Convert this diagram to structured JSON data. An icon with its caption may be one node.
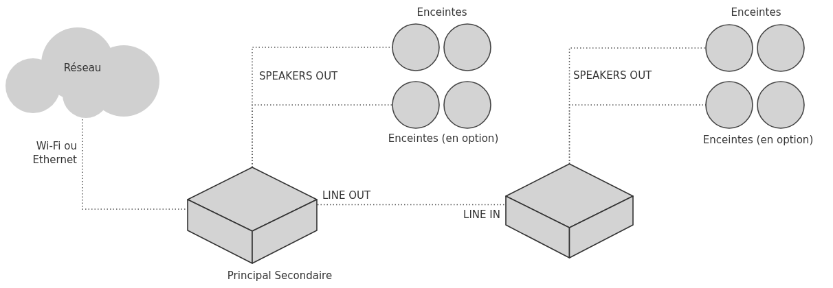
{
  "diagram": {
    "nodes": [
      {
        "text": [
          "Réseau"
        ]
      },
      {
        "text": [],
        "shape": "box",
        "beside": [
          "Principal Secondaire"
        ]
      },
      {
        "text": [],
        "shape": "box"
      },
      {
        "text": [],
        "shape": "circle"
      },
      {
        "text": [],
        "shape": "circle"
      },
      {
        "text": [],
        "shape": "circle"
      },
      {
        "text": [],
        "shape": "circle"
      },
      {
        "text": [],
        "shape": "circle"
      },
      {
        "text": [],
        "shape": "circle"
      },
      {
        "text": [],
        "shape": "circle"
      },
      {
        "text": [],
        "shape": "circle"
      }
    ],
    "edges": [
      {
        "from": 0,
        "to": 1,
        "arrow": "none",
        "label": "Wi-Fi ou Ethernet"
      },
      {
        "from": 1,
        "to": 2,
        "arrow": "none"
      },
      {
        "from": 1,
        "to": 3,
        "arrow": "none"
      },
      {
        "from": 1,
        "to": 5,
        "arrow": "none"
      },
      {
        "from": 2,
        "to": 7,
        "arrow": "none"
      },
      {
        "from": 2,
        "to": 9,
        "arrow": "none"
      }
    ],
    "labels": [
      "Enceintes",
      "SPEAKERS OUT",
      "Enceintes (en option)",
      "Enceintes",
      "SPEAKERS OUT",
      "Enceintes (en option)",
      "LINE OUT",
      "LINE IN"
    ]
  }
}
